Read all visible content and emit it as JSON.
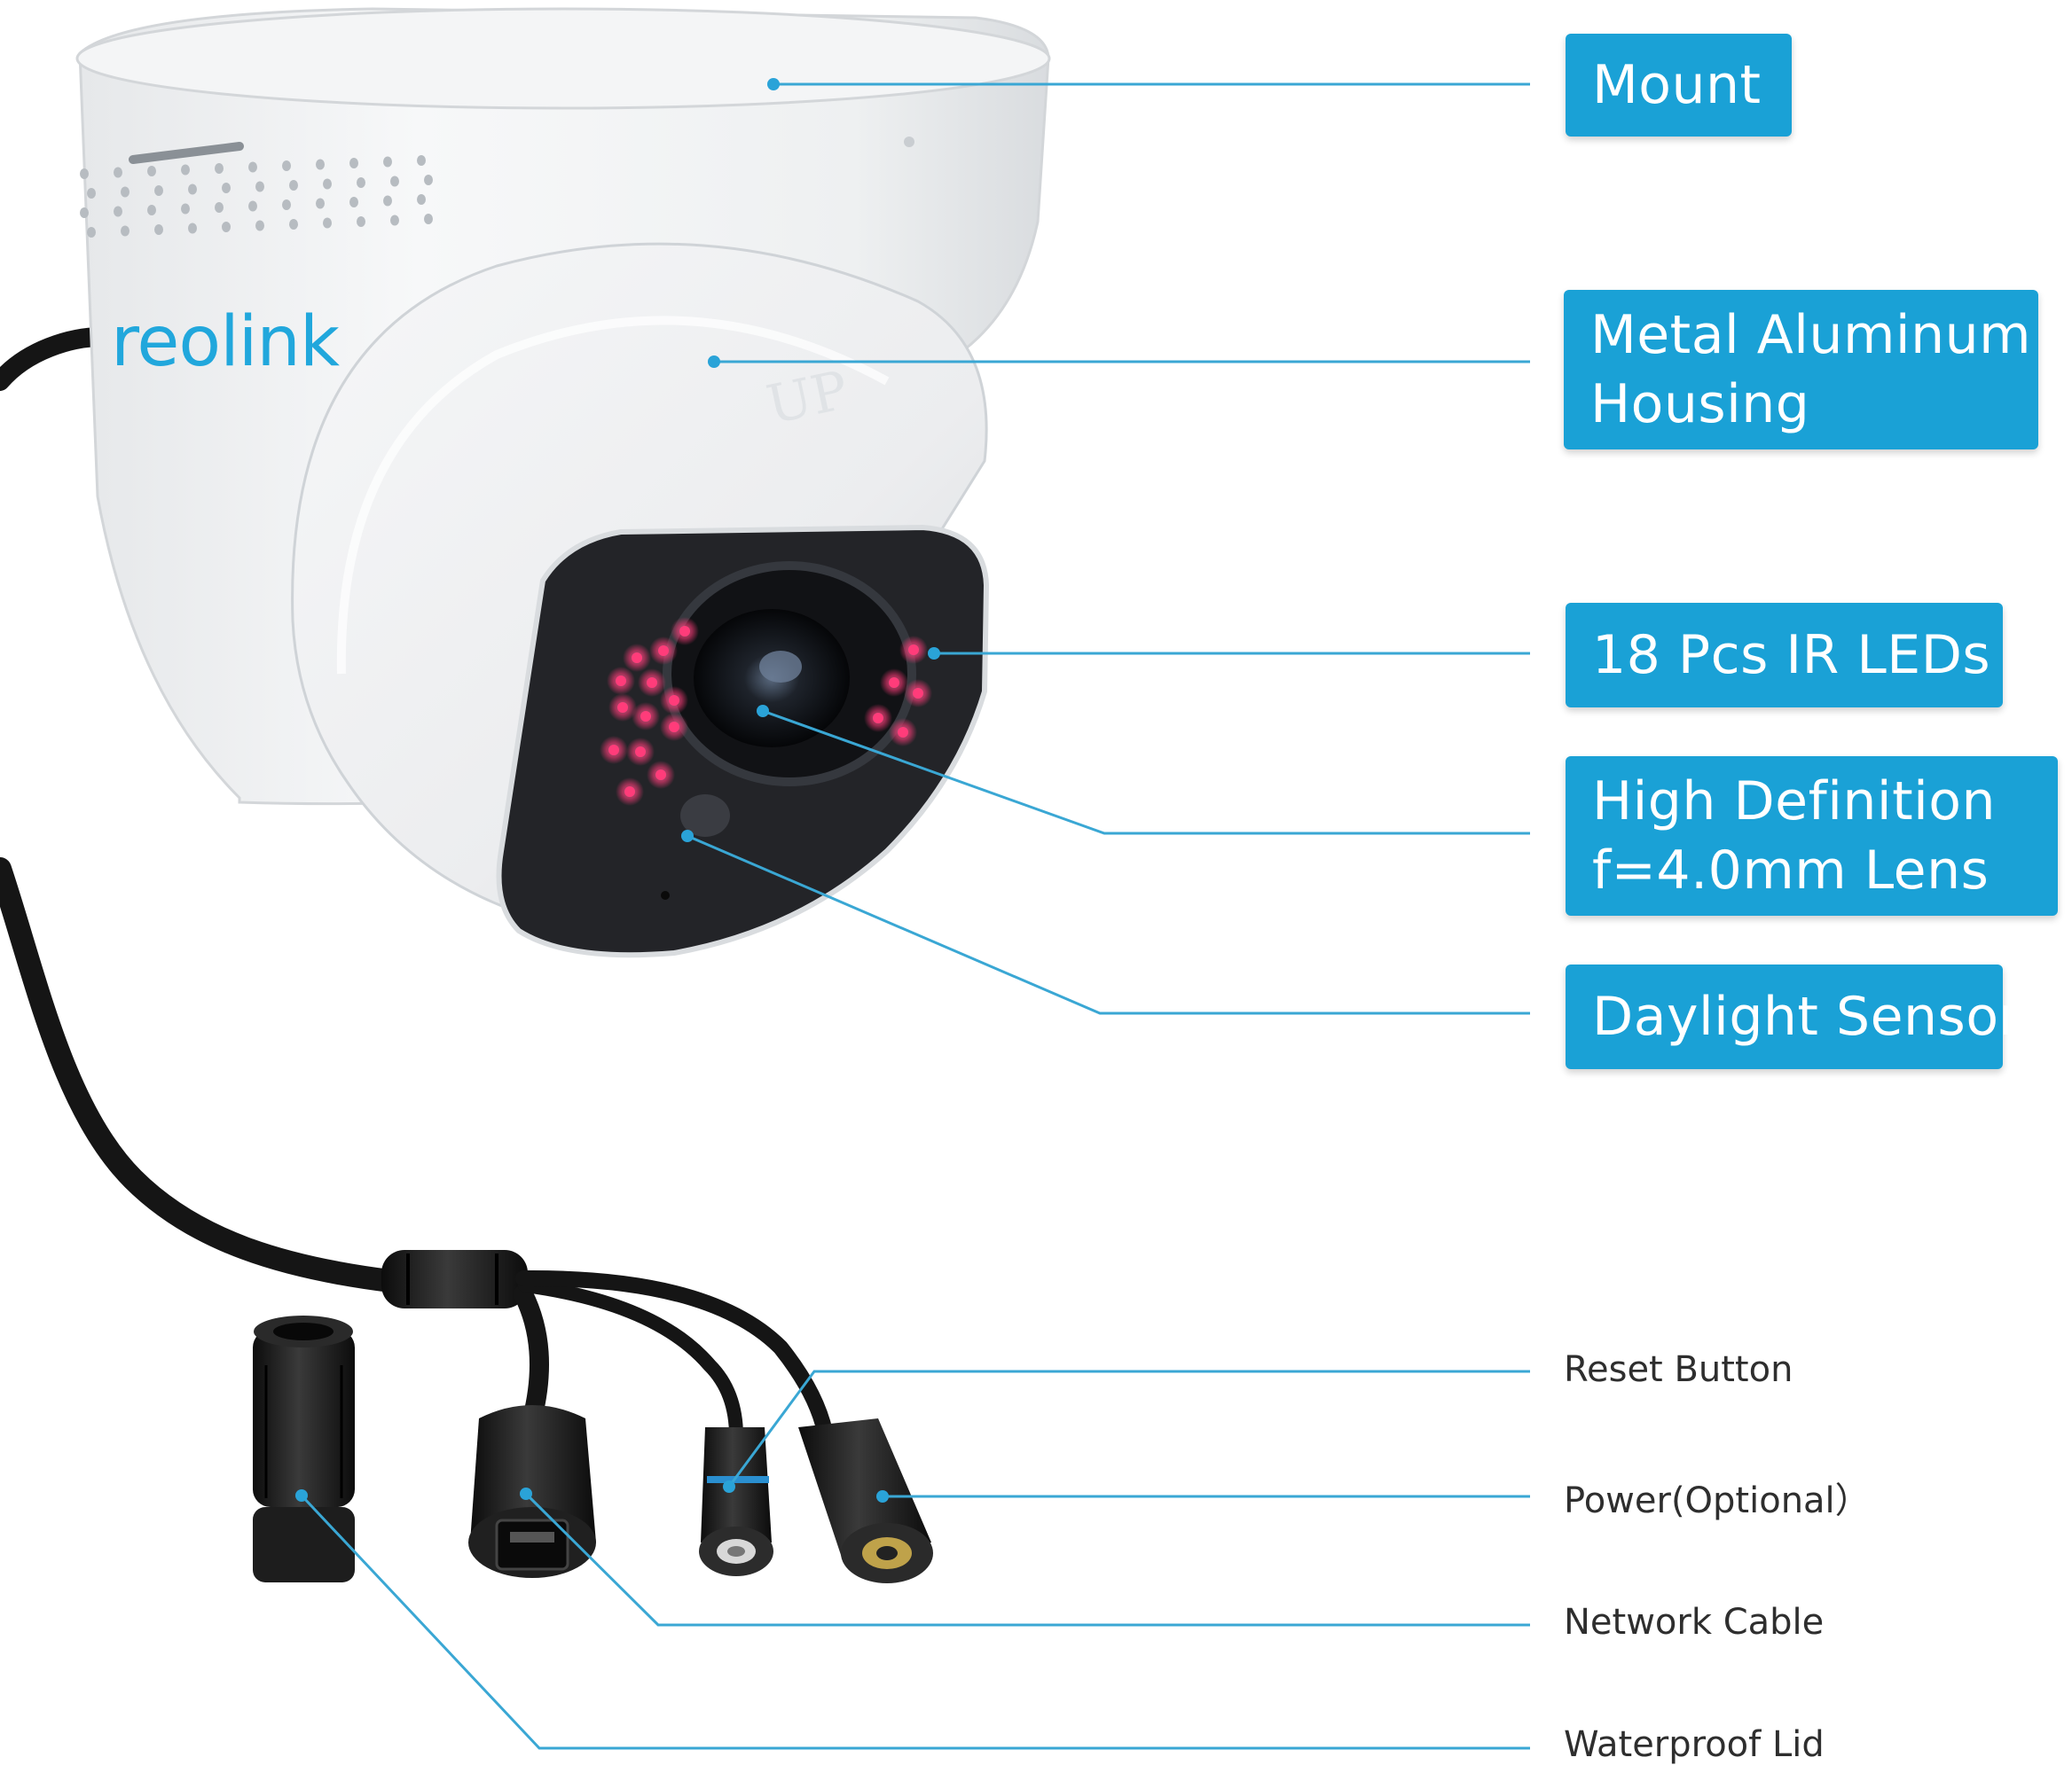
{
  "brand": {
    "logo_text": "reolink",
    "housing_mark": "UP"
  },
  "colors": {
    "accent": "#1aa1d6",
    "leader_line": "#3aa7d4",
    "ir_led": "#ff3c7a",
    "cable": "#151515",
    "housing": "#f2f3f4"
  },
  "callouts": {
    "mount": "Mount",
    "housing": [
      "Metal Aluminum",
      "Housing"
    ],
    "ir_leds": "18 Pcs IR LEDs",
    "lens": [
      "High Definition",
      "f=4.0mm Lens"
    ],
    "daylight_sensor": "Daylight Sensor"
  },
  "cable_labels": {
    "reset": "Reset Button",
    "power": "Power(Optional）",
    "network": "Network Cable",
    "lid": "Waterproof Lid"
  }
}
